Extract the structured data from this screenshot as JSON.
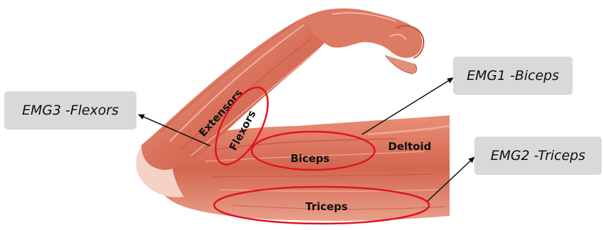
{
  "callouts": {
    "emg3": "EMG3 -Flexors",
    "emg1": "EMG1 -Biceps",
    "emg2": "EMG2 -Triceps"
  },
  "muscles": {
    "extensors": "Extensors",
    "flexors": "Flexors",
    "biceps": "Biceps",
    "deltoid": "Deltoid",
    "triceps": "Triceps"
  },
  "colors": {
    "muscle": "#d9705a",
    "muscle_dark": "#b84a36",
    "muscle_light": "#f1b7a3",
    "skin_light": "#f8ddd2",
    "highlight": "#e0141e",
    "callout_bg": "#d9d9d9",
    "arrow": "#111111"
  }
}
